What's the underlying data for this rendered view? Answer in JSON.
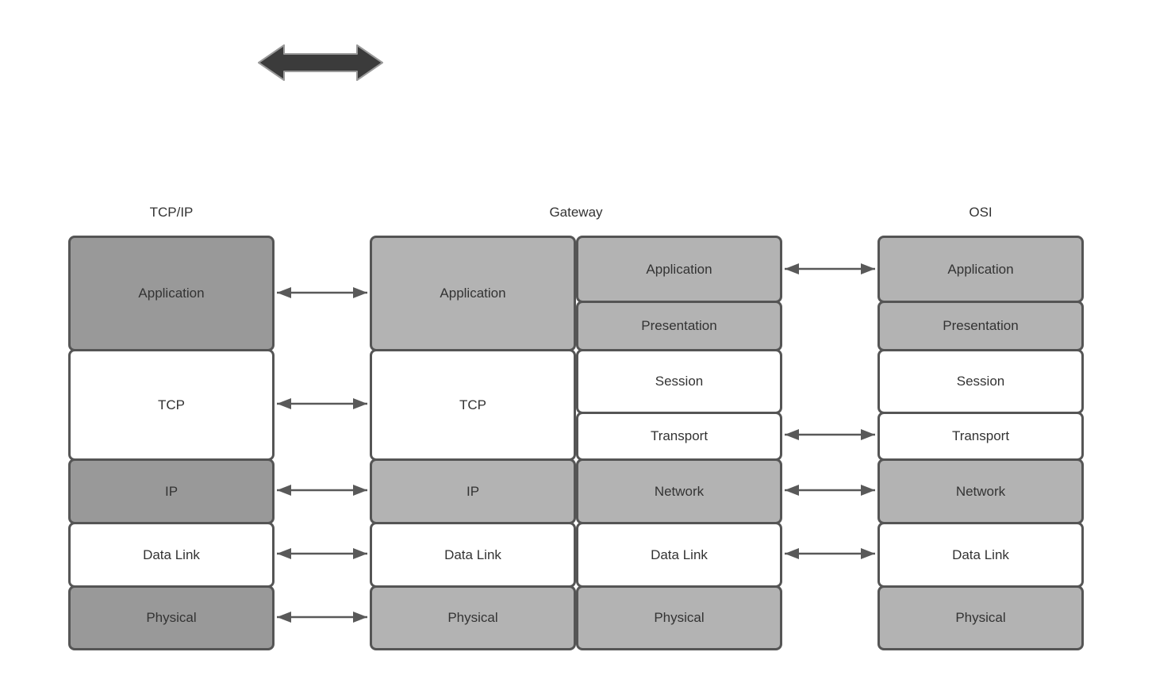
{
  "headers": {
    "tcpip": "TCP/IP",
    "gateway": "Gateway",
    "osi": "OSI"
  },
  "stacks": {
    "tcpip": {
      "layers": [
        {
          "label": "Application",
          "shade": "dark"
        },
        {
          "label": "TCP",
          "shade": "white"
        },
        {
          "label": "IP",
          "shade": "dark"
        },
        {
          "label": "Data Link",
          "shade": "white"
        },
        {
          "label": "Physical",
          "shade": "dark"
        }
      ]
    },
    "gateway_left": {
      "layers": [
        {
          "label": "Application",
          "shade": "light"
        },
        {
          "label": "TCP",
          "shade": "white"
        },
        {
          "label": "IP",
          "shade": "light"
        },
        {
          "label": "Data Link",
          "shade": "white"
        },
        {
          "label": "Physical",
          "shade": "light"
        }
      ]
    },
    "gateway_right": {
      "layers": [
        {
          "label": "Application",
          "shade": "light"
        },
        {
          "label": "Presentation",
          "shade": "light"
        },
        {
          "label": "Session",
          "shade": "white"
        },
        {
          "label": "Transport",
          "shade": "white"
        },
        {
          "label": "Network",
          "shade": "light"
        },
        {
          "label": "Data Link",
          "shade": "white"
        },
        {
          "label": "Physical",
          "shade": "light"
        }
      ]
    },
    "osi": {
      "layers": [
        {
          "label": "Application",
          "shade": "light"
        },
        {
          "label": "Presentation",
          "shade": "light"
        },
        {
          "label": "Session",
          "shade": "white"
        },
        {
          "label": "Transport",
          "shade": "white"
        },
        {
          "label": "Network",
          "shade": "light"
        },
        {
          "label": "Data Link",
          "shade": "white"
        },
        {
          "label": "Physical",
          "shade": "light"
        }
      ]
    }
  },
  "connections": {
    "tcpip_to_gateway": [
      "Application",
      "TCP",
      "IP",
      "Data Link",
      "Physical"
    ],
    "gateway_to_osi": [
      "Application",
      "Transport",
      "Network",
      "Data Link"
    ]
  },
  "icons": {
    "big_arrow": "double-headed-arrow-icon"
  },
  "colors": {
    "dark_gray_fill": "#999999",
    "light_gray_fill": "#b3b3b3",
    "white_fill": "#ffffff",
    "box_border": "#555555",
    "connector_arrow": "#595959",
    "big_arrow_fill": "#3b3b3b",
    "big_arrow_stroke": "#999999",
    "text": "#333333",
    "background": "#ffffff"
  }
}
